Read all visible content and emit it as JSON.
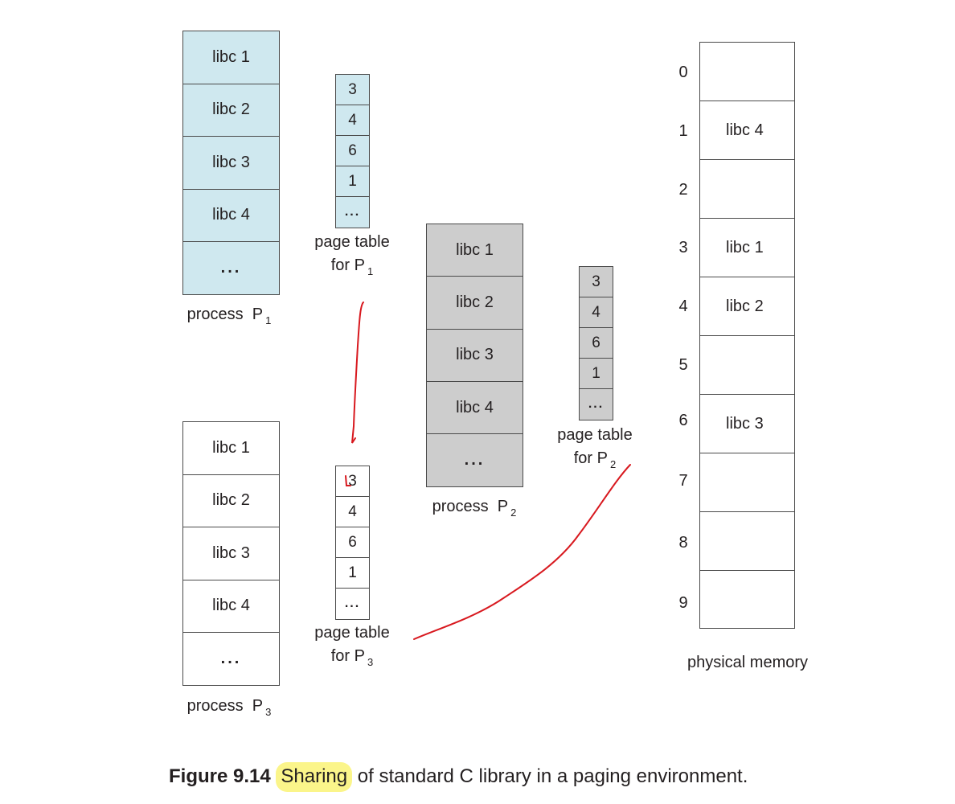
{
  "process_p1": {
    "pages": [
      "libc 1",
      "libc 2",
      "libc 3",
      "libc 4",
      "..."
    ],
    "label": "process",
    "label_sub": "1",
    "fill": "#cfe8ef"
  },
  "page_table_p1": {
    "entries": [
      "3",
      "4",
      "6",
      "1",
      "..."
    ],
    "label_line1": "page table",
    "label_line2": "for P",
    "label_sub": "1"
  },
  "process_p2": {
    "pages": [
      "libc 1",
      "libc 2",
      "libc 3",
      "libc 4",
      "..."
    ],
    "label": "process",
    "label_sub": "2",
    "fill": "#cdcdcd"
  },
  "page_table_p2": {
    "entries": [
      "3",
      "4",
      "6",
      "1",
      "..."
    ],
    "label_line1": "page table",
    "label_line2": "for P",
    "label_sub": "2"
  },
  "process_p3": {
    "pages": [
      "libc 1",
      "libc 2",
      "libc 3",
      "libc 4",
      "..."
    ],
    "label": "process",
    "label_sub": "3",
    "fill": "#ffffff"
  },
  "page_table_p3": {
    "entries": [
      "3",
      "4",
      "6",
      "1",
      "..."
    ],
    "label_line1": "page table",
    "label_line2": "for P",
    "label_sub": "3"
  },
  "physical_memory": {
    "frame_numbers": [
      "0",
      "1",
      "2",
      "3",
      "4",
      "5",
      "6",
      "7",
      "8",
      "9"
    ],
    "frames": [
      "",
      "libc 4",
      "",
      "libc 1",
      "libc 2",
      "",
      "libc 3",
      "",
      "",
      ""
    ],
    "label": "physical memory"
  },
  "caption": {
    "figure": "Figure 9.14",
    "highlighted": "Sharing",
    "rest": " of standard C library in a paging environment."
  },
  "colors": {
    "annotation_ink": "#d8191f",
    "highlight": "#fbf58a"
  }
}
